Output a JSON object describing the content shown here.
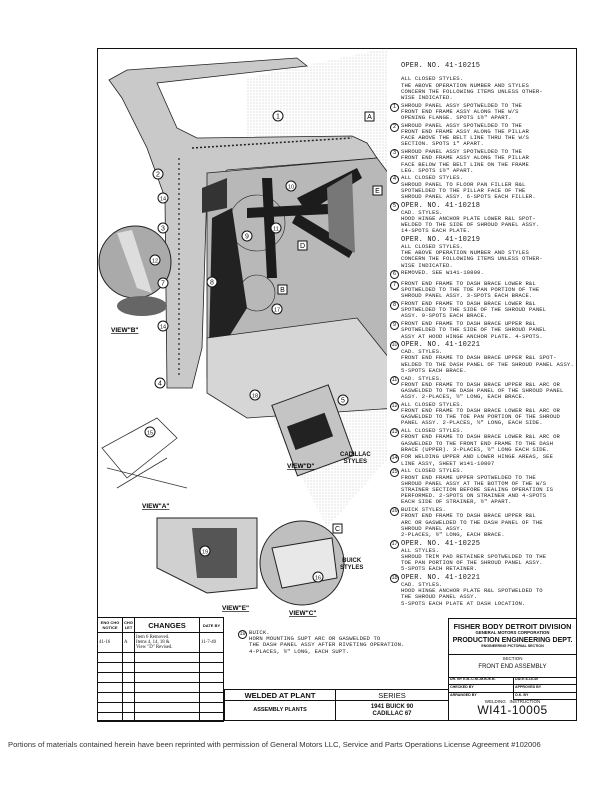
{
  "drawing": {
    "callouts": [
      "1",
      "2",
      "3",
      "4",
      "5",
      "7",
      "8",
      "9",
      "10",
      "11",
      "12",
      "14",
      "15",
      "16",
      "17",
      "18",
      "19"
    ],
    "section_marks": [
      "A",
      "B",
      "C",
      "D",
      "E"
    ],
    "view_labels": {
      "b": "VIEW\"B\"",
      "a": "VIEW\"A\"",
      "d": "VIEW\"D\"",
      "e": "VIEW\"E\"",
      "c": "VIEW\"C\""
    },
    "style_labels": {
      "cadillac": "CADILLAC\nSTYLES",
      "buick": "BUICK\nSTYLES"
    }
  },
  "notes": {
    "oper1": "OPER. NO. 41-10215",
    "oper1_text": "ALL CLOSED STYLES.\nTHE ABOVE OPERATION NUMBER AND STYLES\nCONCERN THE FOLLOWING ITEMS UNLESS OTHER-\nWISE INDICATED.",
    "items": [
      {
        "n": "1",
        "text": "SHROUD PANEL ASSY SPOTWELDED TO THE\n    FRONT END FRAME ASSY ALONG THE W/S\nOPENING FLANGE.   SPOTS 1½\" APART."
      },
      {
        "n": "2",
        "text": "SHROUD PANEL ASSY SPOTWELDED TO THE\n    FRONT END FRAME ASSY ALONG THE PILLAR\nFACE ABOVE THE BELT LINE THRU THE W/S\nSECTION.     SPOTS 1\" APART."
      },
      {
        "n": "3",
        "text": "SHROUD PANEL ASSY SPOTWELDED TO THE\n    FRONT END FRAME ASSY ALONG THE PILLAR\nFACE BELOW THE BELT LINE ON THE FRAME\nLEG.          SPOTS 1½\" APART."
      },
      {
        "n": "4",
        "text": "ALL CLOSED STYLES.\n  SHROUD PANEL TO FLOOR PAN FILLER R&L\nSPOTWELDED TO THE PILLAR FACE OF THE\nSHROUD PANEL ASSY.  6-SPOTS EACH FILLER."
      },
      {
        "n": "5",
        "oper": "OPER. NO. 41-10218",
        "text": "    CAD. STYLES.\nHOOD HINGE ANCHOR PLATE LOWER R&L SPOT-\nWELDED TO THE SIDE OF SHROUD PANEL ASSY.\n        14-SPOTS EACH PLATE."
      },
      {
        "n": "",
        "oper": "OPER. NO. 41-10219",
        "text": "ALL CLOSED STYLES.\nTHE ABOVE OPERATION NUMBER AND STYLES\nCONCERN THE FOLLOWING ITEMS UNLESS OTHER-\nWISE INDICATED."
      },
      {
        "n": "6",
        "text": "REMOVED.  SEE W141-10809."
      },
      {
        "n": "7",
        "text": "FRONT END FRAME TO DASH BRACE LOWER R&L\n    SPOTWELDED TO THE TOE PAN PORTION OF THE\nSHROUD PANEL ASSY.   3-SPOTS EACH BRACE."
      },
      {
        "n": "8",
        "text": "FRONT END FRAME TO DASH BRACE LOWER R&L\n    SPOTWELDED TO THE SIDE OF THE SHROUD PANEL\nASSY.           9-SPOTS EACH BRACE."
      },
      {
        "n": "9",
        "text": "FRONT END FRAME TO DASH BRACE UPPER R&L\n    SPOTWELDED TO THE SIDE OF THE SHROUD PANEL\nASSY AT HOOD HINGE ANCHOR PLATE. 4-SPOTS."
      },
      {
        "n": "10",
        "oper": "OPER. NO. 41-10221",
        "text": "    CAD. STYLES.\nFRONT END FRAME TO DASH BRACE UPPER R&L SPOT-\nWELDED TO THE DASH PANEL OF THE SHROUD PANEL ASSY.\n               5-SPOTS EACH BRACE."
      },
      {
        "n": "11",
        "text": "CAD. STYLES.\n  FRONT END FRAME TO DASH BRACE UPPER R&L ARC OR\nGASWELDED TO THE DASH PANEL OF THE SHROUD PANEL\nASSY.      2-PLACES, ½\" LONG, EACH BRACE."
      },
      {
        "n": "12",
        "text": "ALL CLOSED STYLES.\n  FRONT END FRAME TO DASH BRACE LOWER R&L ARC OR\nGASWELDED TO THE TOE PAN PORTION OF THE SHROUD\nPANEL ASSY.  2-PLACES, ½\" LONG, EACH SIDE."
      },
      {
        "n": "13",
        "text": "ALL CLOSED STYLES.\n  FRONT END FRAME TO DASH BRACE LOWER R&L ARC OR\nGASWELDED TO THE FRONT END FRAME TO THE DASH\nBRACE (UPPER).  3-PLACES, ½\" LONG EACH SIDE."
      },
      {
        "n": "14",
        "text": "FOR WELDING UPPER AND LOWER HINGE AREAS, SEE\nLINE ASSY, SHEET W141-10807"
      },
      {
        "n": "15",
        "text": "ALL CLOSED STYLES.\n  FRONT END FRAME UPPER SPOTWELDED TO THE\nSHROUD PANEL ASSY AT THE BOTTOM OF THE W/S\nSTRAINER SECTION BEFORE SEALING OPERATION IS\nPERFORMED.   2-SPOTS ON STRAINER AND 4-SPOTS\nEACH SIDE OF STRAINER, ½\" APART."
      },
      {
        "n": "16",
        "text": "BUICK STYLES.\n  FRONT END FRAME TO DASH BRACE UPPER R&L\nARC OR GASWELDED TO THE DASH PANEL OF THE\nSHROUD PANEL ASSY.\n2-PLACES, ½\" LONG, EACH BRACE."
      },
      {
        "n": "17",
        "oper": "OPER. NO. 41-10225",
        "text": "    ALL STYLES.\nSHROUD TRIM PAD RETAINER SPOTWELDED TO THE\nTOE PAN PORTION OF THE SHROUD PANEL ASSY.\n          5-SPOTS EACH RETAINER."
      },
      {
        "n": "18",
        "oper": "OPER. NO. 41-10221",
        "text": "    CAD. STYLES.\nHOOD HINGE ANCHOR PLATE R&L SPOTWELDED TO\nTHE SHROUD PANEL ASSY.\n  5-SPOTS EACH PLATE AT DASH LOCATION."
      },
      {
        "n": "19",
        "text": "BUICK.\n  HORN MOUNTING SUPT ARC OR GASWELDED TO\nTHE DASH PANEL ASSY AFTER RIVETING OPERATION.\n          4-PLACES, ½\" LONG, EACH SUPT."
      }
    ]
  },
  "changes": {
    "headers": [
      "ENG CHG NOTICE",
      "CHG LET",
      "CHANGES",
      "DATE BY"
    ],
    "rows": [
      {
        "notice": "41-16",
        "letter": "A",
        "change": "Item 6 Removed.\nItems 4, 14, 18 &\nView \"D\" Revised.",
        "date": "11-7-40"
      }
    ]
  },
  "title_block": {
    "company": "FISHER BODY DETROIT DIVISION",
    "corporation": "GENERAL MOTORS CORPORATION",
    "dept": "PRODUCTION ENGINEERING DEPT.",
    "section_name": "ENGINEERING PICTORIAL SECTION",
    "section_label": "SECTION",
    "section_value": "FRONT END ASSEMBLY",
    "dr_by": "DR. BY E.B.-C.M.-M.B./E.B.",
    "date": "DATE 8-15-40",
    "checked_by": "CHECKED BY",
    "approved_by": "APPROVED BY",
    "arranged_by": "ARRANGED BY",
    "ok_by": "O.K. BY",
    "instruction_label": "WELDING   INSTRUCTION",
    "instruction_number": "WI41-10005",
    "welded_at_plant": "WELDED AT PLANT",
    "assembly_plants": "ASSEMBLY PLANTS",
    "series_label": "SERIES",
    "series_1": "1941 BUICK 90",
    "series_2": "CADILLAC 67"
  },
  "footer": "Portions of materials contained herein have been reprinted with permission of General Motors LLC, Service and Parts Operations License Agreement #102006"
}
